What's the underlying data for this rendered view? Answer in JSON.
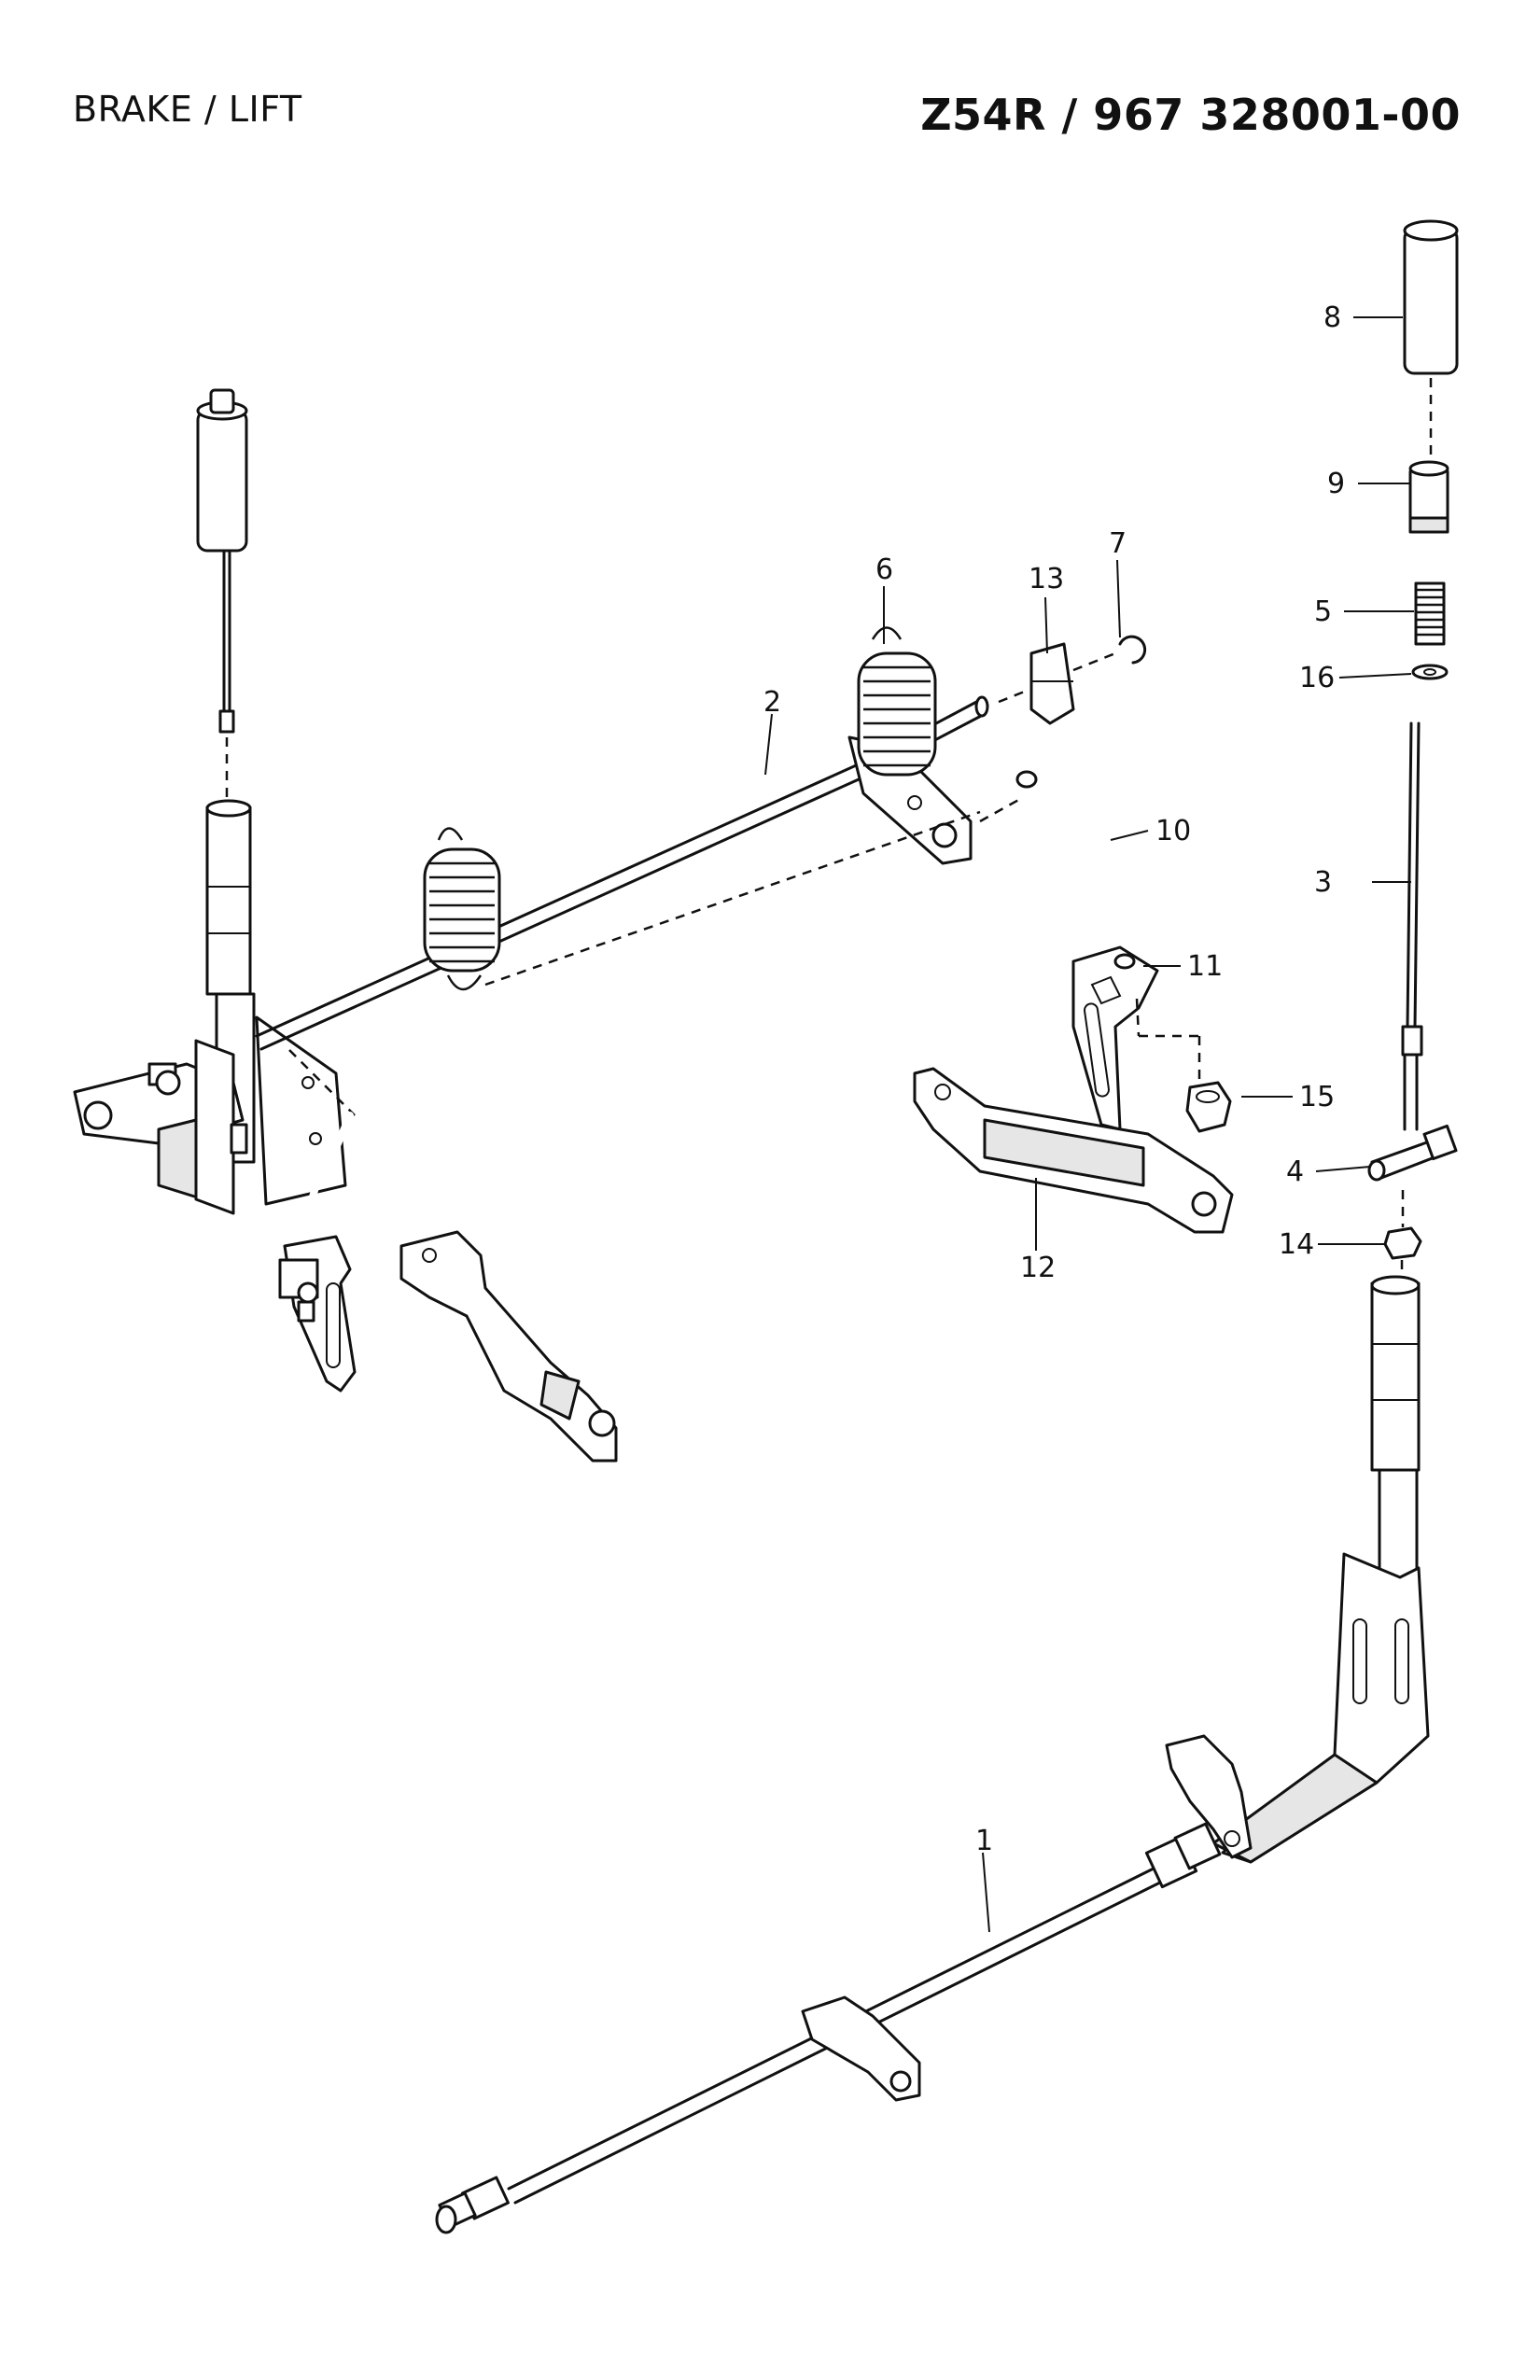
{
  "header": {
    "section": "BRAKE / LIFT",
    "model": "Z54R / 967 328001-00"
  },
  "callouts": [
    "1",
    "2",
    "3",
    "4",
    "5",
    "6",
    "7",
    "8",
    "9",
    "10",
    "11",
    "12",
    "13",
    "14",
    "15",
    "16"
  ]
}
